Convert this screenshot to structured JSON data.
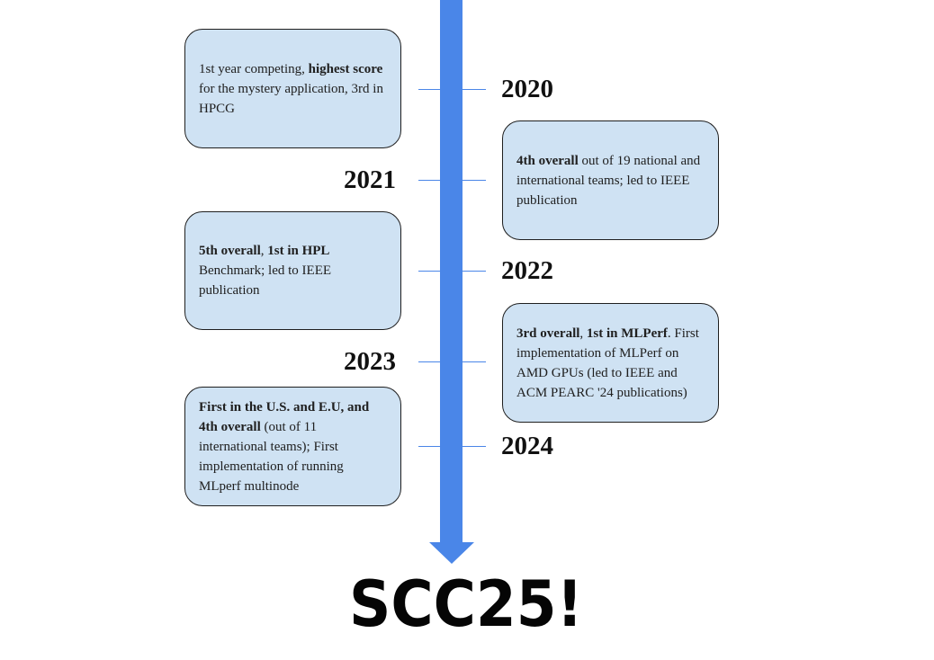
{
  "timeline": {
    "entries": [
      {
        "year": "2020",
        "text": [
          {
            "t": "1st year competing, ",
            "b": false
          },
          {
            "t": "highest score",
            "b": true
          },
          {
            "t": " for the mystery application, 3rd in HPCG",
            "b": false
          }
        ]
      },
      {
        "year": "2021",
        "text": [
          {
            "t": "4th overall",
            "b": true
          },
          {
            "t": " out of 19 national and international teams; led to IEEE publication",
            "b": false
          }
        ]
      },
      {
        "year": "2022",
        "text": [
          {
            "t": "5th overall",
            "b": true
          },
          {
            "t": ", ",
            "b": false
          },
          {
            "t": "1st in HPL",
            "b": true
          },
          {
            "t": " Benchmark; led to IEEE publication",
            "b": false
          }
        ]
      },
      {
        "year": "2023",
        "text": [
          {
            "t": "3rd overall",
            "b": true
          },
          {
            "t": ", ",
            "b": false
          },
          {
            "t": "1st in MLPerf",
            "b": true
          },
          {
            "t": ". First implementation of MLPerf on AMD GPUs (led to IEEE and ACM PEARC '24 publications)",
            "b": false
          }
        ]
      },
      {
        "year": "2024",
        "text": [
          {
            "t": "First in the U.S. and E.U, and 4th overall",
            "b": true
          },
          {
            "t": " (out of 11 international teams); First implementation of running MLperf multinode",
            "b": false
          }
        ]
      }
    ],
    "final_label": "SCC25!",
    "colors": {
      "axis": "#4a86e8",
      "card_fill": "#cfe2f3",
      "card_border": "#1f1f1f"
    }
  }
}
